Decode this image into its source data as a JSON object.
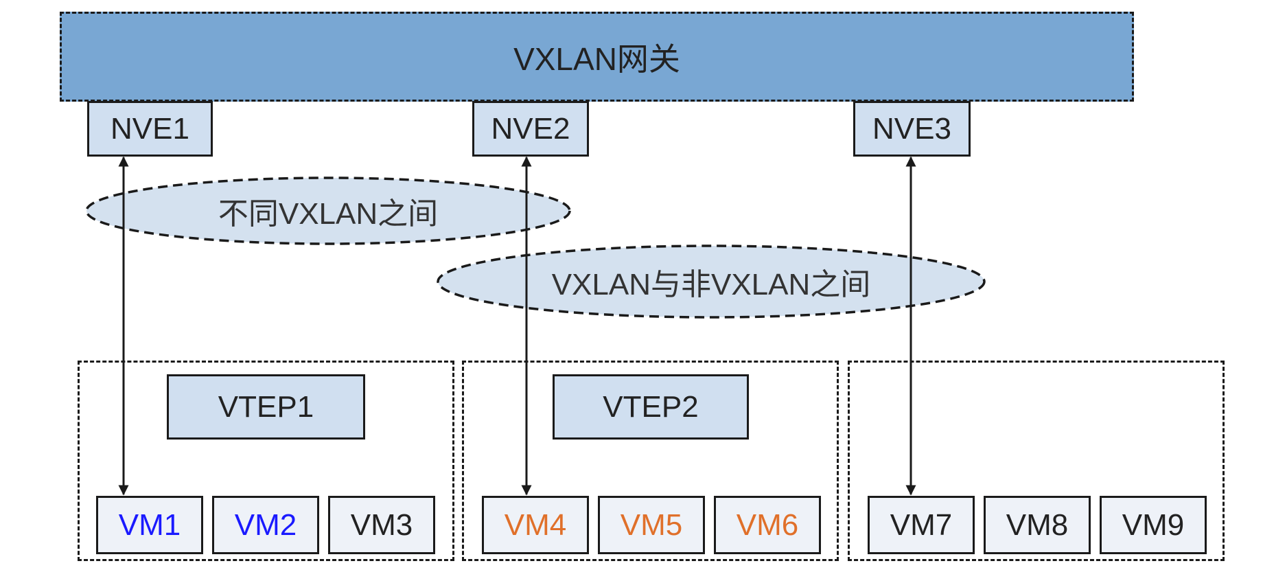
{
  "gateway": {
    "label": "VXLAN网关"
  },
  "nves": [
    {
      "label": "NVE1"
    },
    {
      "label": "NVE2"
    },
    {
      "label": "NVE3"
    }
  ],
  "ellipses": [
    {
      "label": "不同VXLAN之间"
    },
    {
      "label": "VXLAN与非VXLAN之间"
    }
  ],
  "vteps": [
    {
      "label": "VTEP1"
    },
    {
      "label": "VTEP2"
    }
  ],
  "vms": [
    {
      "label": "VM1",
      "color": "#1a1aff"
    },
    {
      "label": "VM2",
      "color": "#1a1aff"
    },
    {
      "label": "VM3",
      "color": "#222222"
    },
    {
      "label": "VM4",
      "color": "#e0702a"
    },
    {
      "label": "VM5",
      "color": "#e0702a"
    },
    {
      "label": "VM6",
      "color": "#e0702a"
    },
    {
      "label": "VM7",
      "color": "#222222"
    },
    {
      "label": "VM8",
      "color": "#222222"
    },
    {
      "label": "VM9",
      "color": "#222222"
    }
  ]
}
